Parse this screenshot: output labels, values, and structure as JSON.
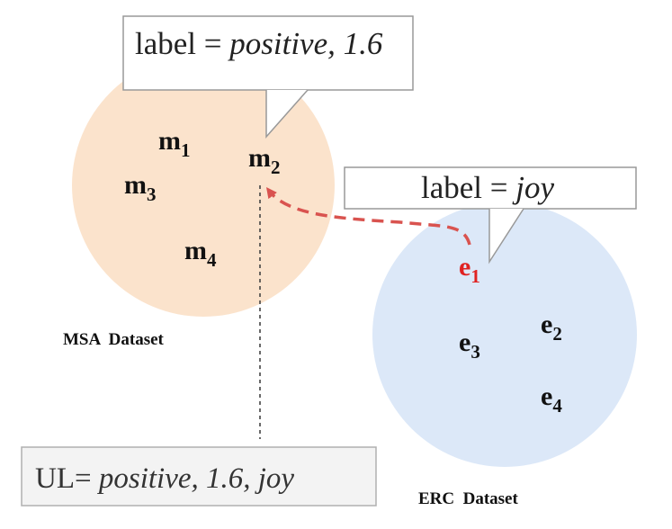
{
  "colors": {
    "msa_circle": "#fbe3cc",
    "erc_circle": "#dce8f8",
    "highlight": "#e02222",
    "arrow": "#d9534f",
    "callout_border": "#999999",
    "ul_box_fill": "#f3f3f3"
  },
  "msa": {
    "dataset_label": "MSA  Dataset",
    "callout": {
      "prefix": "label = ",
      "value": "positive, 1.6"
    },
    "nodes": [
      {
        "letter": "m",
        "sub": "1"
      },
      {
        "letter": "m",
        "sub": "2"
      },
      {
        "letter": "m",
        "sub": "3"
      },
      {
        "letter": "m",
        "sub": "4"
      }
    ]
  },
  "erc": {
    "dataset_label": "ERC  Dataset",
    "callout": {
      "prefix": "label = ",
      "value": "joy"
    },
    "nodes": [
      {
        "letter": "e",
        "sub": "1"
      },
      {
        "letter": "e",
        "sub": "2"
      },
      {
        "letter": "e",
        "sub": "3"
      },
      {
        "letter": "e",
        "sub": "4"
      }
    ]
  },
  "unified_label": {
    "prefix": "UL= ",
    "value": "positive, 1.6, joy"
  }
}
